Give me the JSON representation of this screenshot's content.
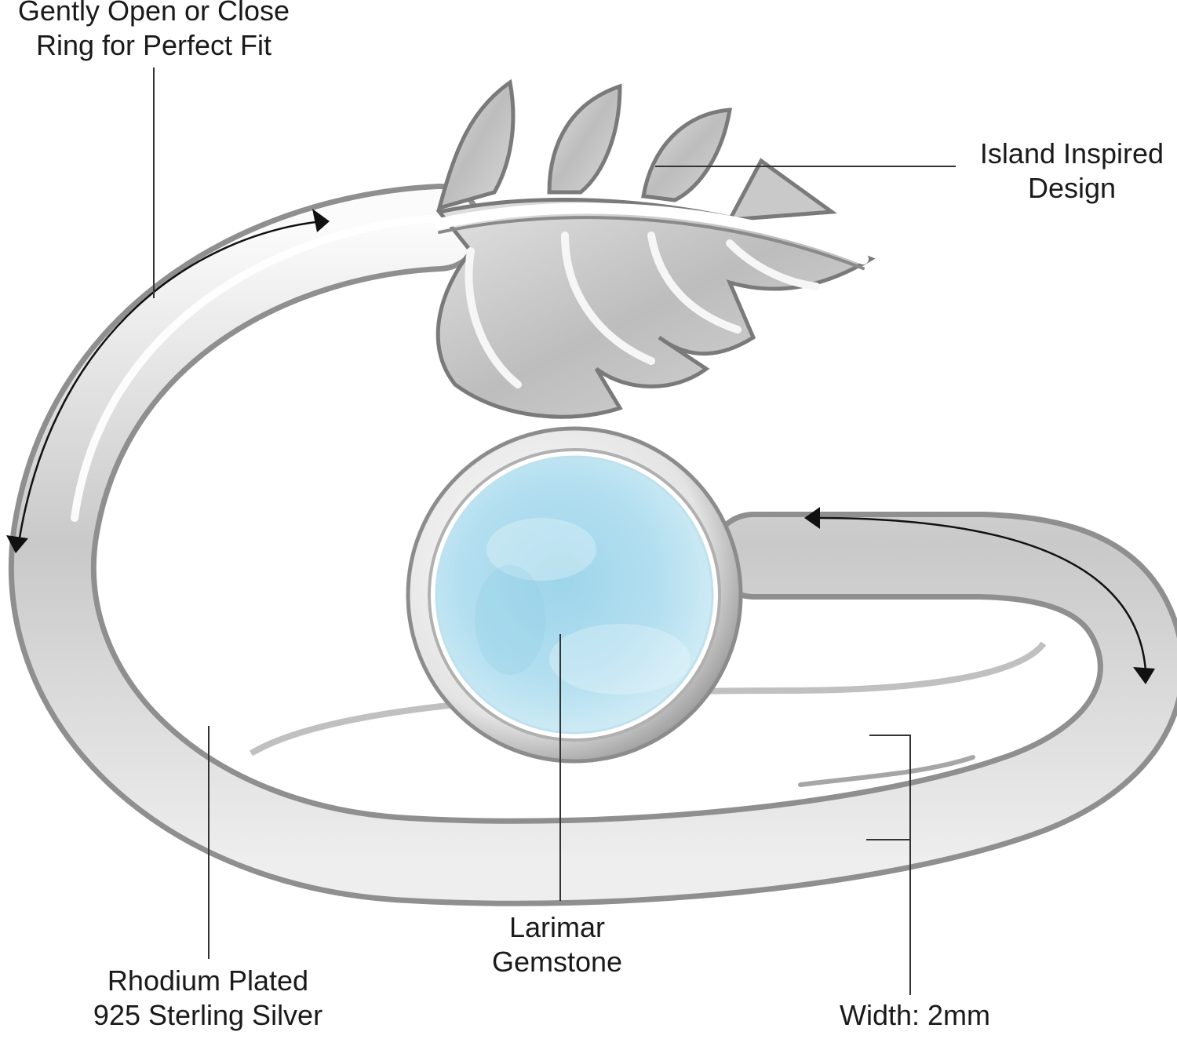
{
  "callouts": {
    "fit": {
      "line1": "Gently Open or Close",
      "line2": "Ring for Perfect Fit"
    },
    "island": {
      "line1": "Island Inspired",
      "line2": "Design"
    },
    "silver": {
      "line1": "Rhodium Plated",
      "line2": "925 Sterling Silver"
    },
    "gemstone": {
      "line1": "Larimar",
      "line2": "Gemstone"
    },
    "width": {
      "line1": "Width: 2mm"
    }
  },
  "colors": {
    "silver_light": "#f4f4f4",
    "silver_mid": "#c9c9c9",
    "silver_dark": "#8a8a8a",
    "larimar": "#a9d9ec",
    "larimar_deep": "#7fc3e0",
    "leader_line": "#333333",
    "text": "#1a1a1a"
  }
}
